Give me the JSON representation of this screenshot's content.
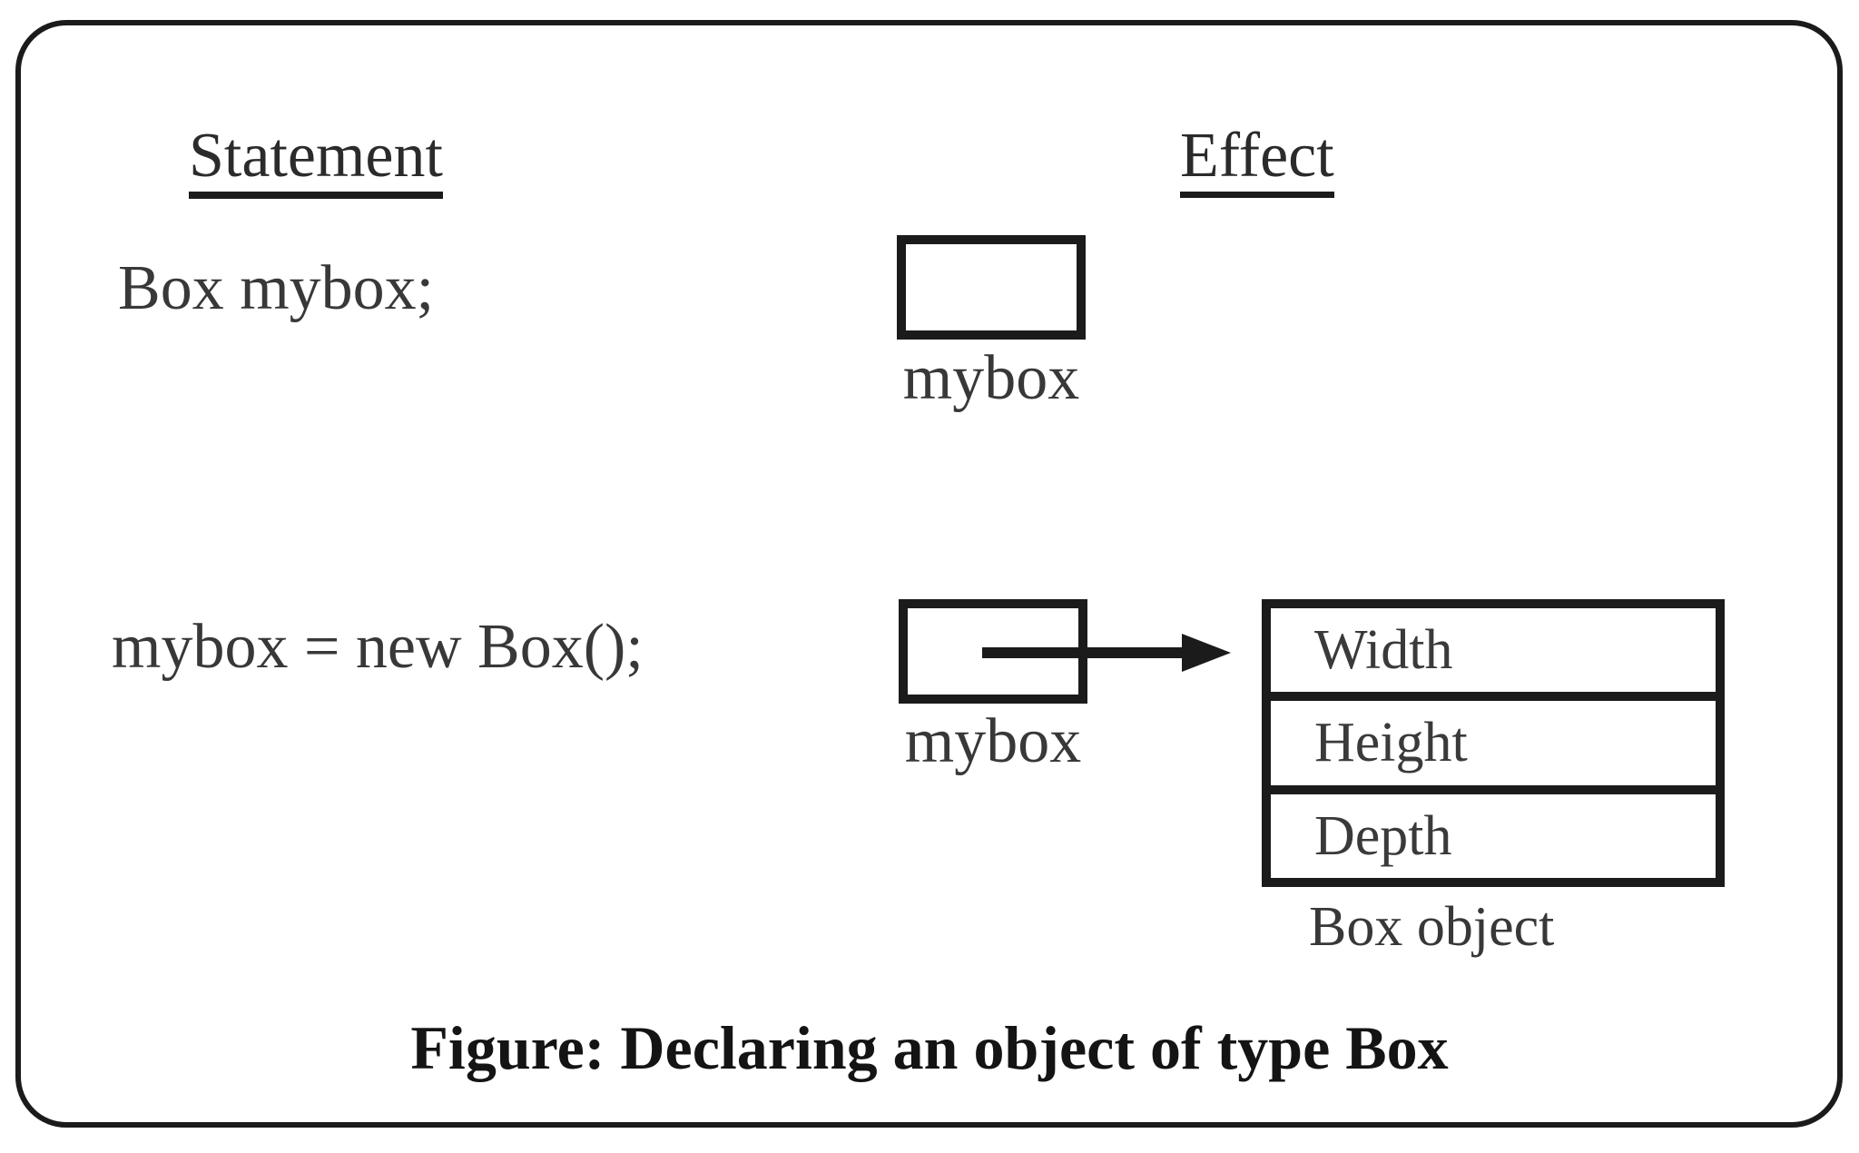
{
  "figure": {
    "columns": {
      "statement_header": "Statement",
      "effect_header": "Effect"
    },
    "rows": [
      {
        "statement": "Box mybox;",
        "box_label": "mybox"
      },
      {
        "statement": "mybox = new Box();",
        "box_label": "mybox",
        "object_fields": [
          "Width",
          "Height",
          "Depth"
        ],
        "object_label": "Box object"
      }
    ],
    "caption": "Figure: Declaring an object of type Box",
    "colors": {
      "ink": "#1b1b1b",
      "background": "#ffffff"
    }
  }
}
